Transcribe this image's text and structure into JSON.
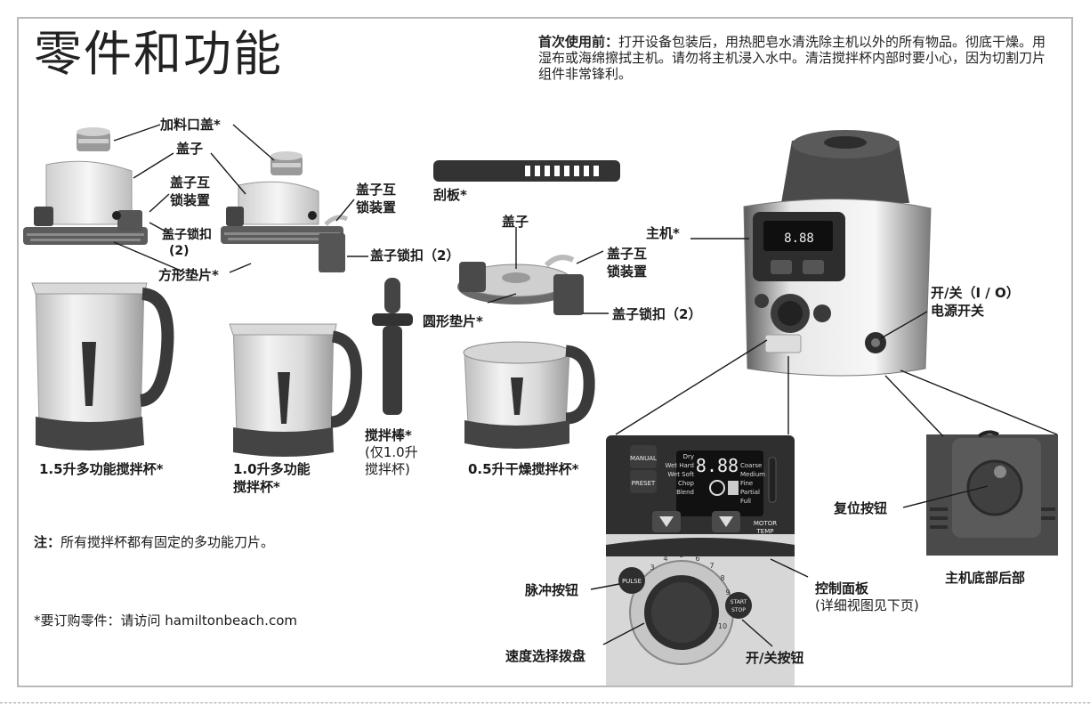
{
  "title": "零件和功能",
  "intro": {
    "bold": "首次使用前：",
    "text": "打开设备包装后，用热肥皂水清洗除主机以外的所有物品。彻底干燥。用湿布或海绵擦拭主机。请勿将主机浸入水中。清洁搅拌杯内部时要小心，因为切割刀片组件非常锋利。"
  },
  "labels": {
    "feed_cap": "加料口盖*",
    "lid_left": "盖子",
    "lid_lock_left_1": "盖子互",
    "lid_lock_left_2": "锁装置",
    "lid_latch_left_1": "盖子锁扣",
    "lid_latch_left_2": "(2)",
    "square_gasket": "方形垫片*",
    "lid_lock_mid_1": "盖子互",
    "lid_lock_mid_2": "锁装置",
    "lid_latch_mid": "盖子锁扣（2）",
    "scraper": "刮板*",
    "lid_right": "盖子",
    "lid_lock_right_1": "盖子互",
    "lid_lock_right_2": "锁装置",
    "round_gasket": "圆形垫片*",
    "lid_latch_right": "盖子锁扣（2）",
    "base": "主机*",
    "power_switch_1": "开/关（I / O）",
    "power_switch_2": "电源开关",
    "jar_15_1": "1.5升多功能搅拌杯*",
    "jar_10_1": "1.0升多功能",
    "jar_10_2": "搅拌杯*",
    "tamper_1": "搅拌棒*",
    "tamper_2": "(仅1.0升",
    "tamper_3": "搅拌杯)",
    "jar_05": "0.5升干燥搅拌杯*",
    "reset_button": "复位按钮",
    "base_rear": "主机底部后部",
    "pulse_button": "脉冲按钮",
    "control_panel_1": "控制面板",
    "control_panel_2": "(详细视图见下页)",
    "speed_dial": "速度选择拨盘",
    "start_stop": "开/关按钮"
  },
  "notes": {
    "blades_bold": "注：",
    "blades_text": "所有搅拌杯都有固定的多功能刀片。",
    "order": "*要订购零件：请访问 hamiltonbeach.com"
  },
  "panel": {
    "manual": "MANUAL",
    "preset": "PRESET",
    "digits": "8.88",
    "left_modes": [
      "Dry",
      "Wet Hard",
      "Wet Soft",
      "Chop",
      "Blend"
    ],
    "right_modes": [
      "Coarse",
      "Medium",
      "Fine",
      "Partial",
      "Full"
    ],
    "motor_temp_1": "MOTOR",
    "motor_temp_2": "TEMP",
    "pulse": "PULSE",
    "start": "START",
    "stop": "STOP",
    "dial_numbers": [
      "3",
      "4",
      "5",
      "6",
      "7",
      "8",
      "9",
      "10"
    ]
  },
  "colors": {
    "dark": "#3a3a3a",
    "steel": "#e4e4e4",
    "mid": "#8c8c8c",
    "frame": "#b9b9b9"
  }
}
